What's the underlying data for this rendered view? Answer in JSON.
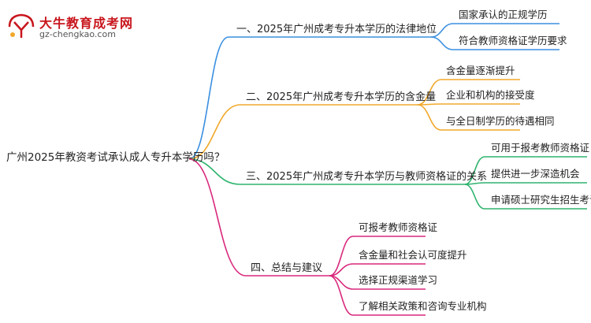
{
  "logo": {
    "name": "大牛教育成考网",
    "url": "gz-chengkao.com"
  },
  "root": "广州2025年教资考试承认成人专升本学历吗？",
  "colors": {
    "branch1": "#3a8fe0",
    "branch2": "#f1a82b",
    "branch3": "#2fb46e",
    "branch4": "#d9287c"
  },
  "branches": [
    {
      "label": "一、2025年广州成考专升本学历的法律地位",
      "children": [
        "国家承认的正规学历",
        "符合教师资格证学历要求"
      ]
    },
    {
      "label": "二、2025年广州成考专升本学历的含金量",
      "children": [
        "含金量逐渐提升",
        "企业和机构的接受度",
        "与全日制学历的待遇相同"
      ]
    },
    {
      "label": "三、2025年广州成考专升本学历与教师资格证的关系",
      "children": [
        "可用于报考教师资格证",
        "提供进一步深造机会",
        "申请硕士研究生招生考试"
      ]
    },
    {
      "label": "四、总结与建议",
      "children": [
        "可报考教师资格证",
        "含金量和社会认可度提升",
        "选择正规渠道学习",
        "了解相关政策和咨询专业机构"
      ]
    }
  ]
}
